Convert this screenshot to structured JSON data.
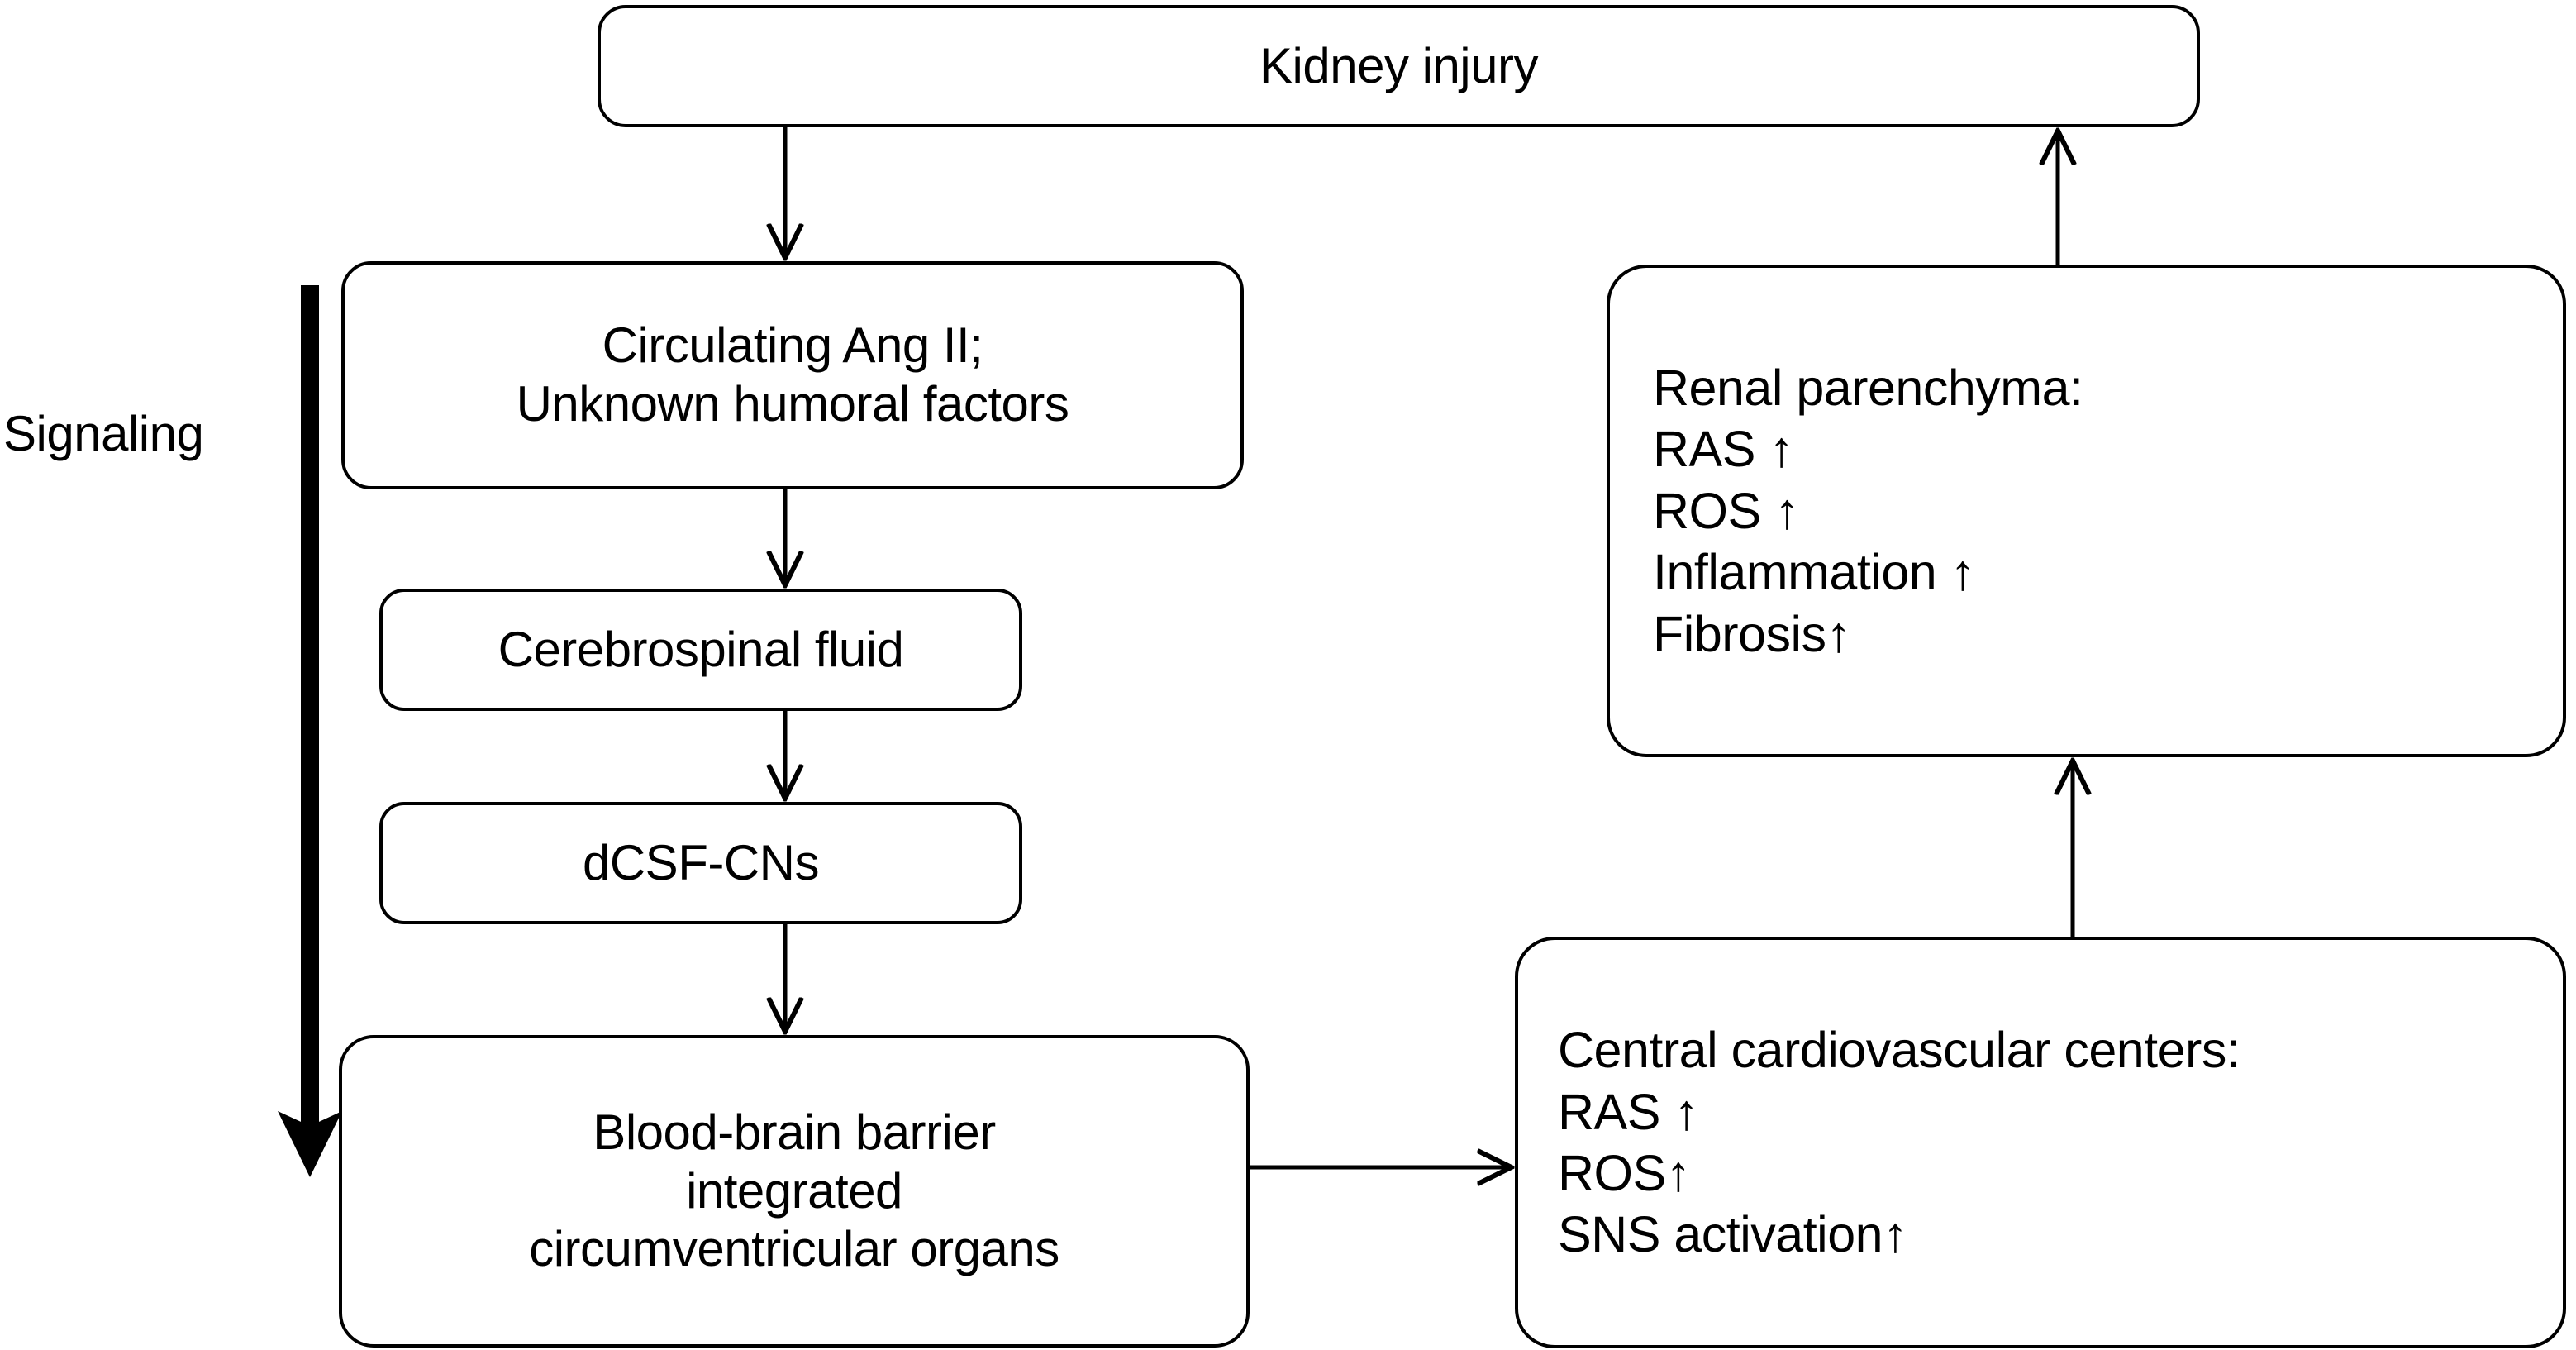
{
  "diagram": {
    "title_node": "Kidney injury",
    "side_label": "Signaling",
    "nodes": {
      "kidney_injury": "Kidney injury",
      "circulating": "Circulating Ang II;\nUnknown humoral factors",
      "csf": "Cerebrospinal fluid",
      "dcsf_cns": "dCSF-CNs",
      "bbb": "Blood-brain barrier\nintegrated\ncircumventricular organs",
      "renal_parenchyma": "Renal parenchyma:\nRAS ↑\nROS ↑\nInflammation ↑\nFibrosis↑",
      "cardio_centers": "Central cardiovascular centers:\nRAS ↑\nROS↑\nSNS activation↑"
    },
    "edges": [
      {
        "id": "kidney-to-circulating",
        "from": "kidney_injury",
        "to": "circulating",
        "direction": "down"
      },
      {
        "id": "circulating-to-csf",
        "from": "circulating",
        "to": "csf",
        "direction": "down"
      },
      {
        "id": "csf-to-dcsf",
        "from": "csf",
        "to": "dcsf_cns",
        "direction": "down"
      },
      {
        "id": "dcsf-to-bbb",
        "from": "dcsf_cns",
        "to": "bbb",
        "direction": "down"
      },
      {
        "id": "bbb-to-cardio",
        "from": "bbb",
        "to": "cardio_centers",
        "direction": "right"
      },
      {
        "id": "cardio-to-renal",
        "from": "cardio_centers",
        "to": "renal_parenchyma",
        "direction": "up"
      },
      {
        "id": "renal-to-kidney",
        "from": "renal_parenchyma",
        "to": "kidney_injury",
        "direction": "up"
      },
      {
        "id": "signaling-flow",
        "from": "signaling_top",
        "to": "signaling_bottom",
        "direction": "down"
      }
    ],
    "colors": {
      "stroke": "#000000",
      "background": "#ffffff",
      "text": "#000000"
    }
  }
}
